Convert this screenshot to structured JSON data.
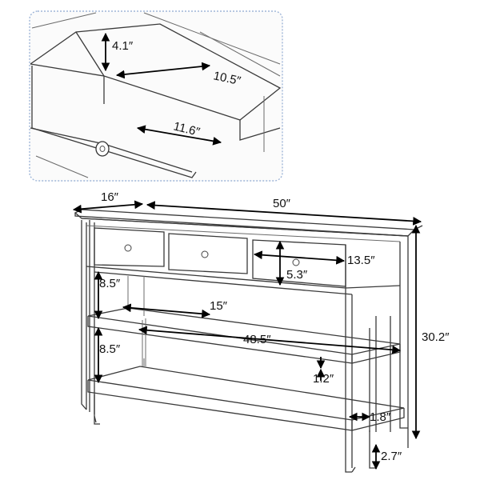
{
  "inset": {
    "border_color": "#9fb6d8",
    "labels": {
      "depth": "4.1″",
      "width": "10.5″",
      "length": "11.6″"
    }
  },
  "console": {
    "top_depth": "16″",
    "top_width": "50″",
    "total_height": "30.2″",
    "drawer_height": "5.3″",
    "drawer_width": "13.5″",
    "upper_gap": "8.5″",
    "lower_gap": "8.5″",
    "shelf_depth": "15″",
    "shelf_width": "48.5″",
    "shelf_thickness": "1.2″",
    "leg_width": "1.8″",
    "ground_clearance": "2.7″"
  }
}
